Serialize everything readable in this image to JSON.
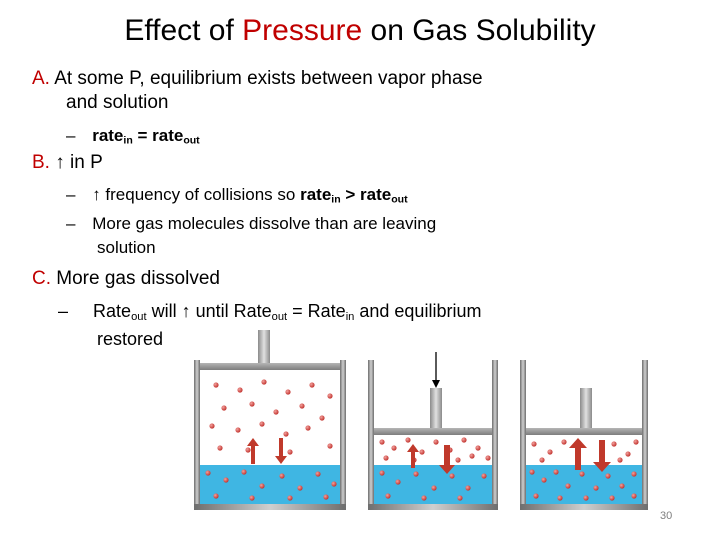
{
  "title": {
    "pre": "Effect of ",
    "highlight": "Pressure",
    "post": " on Gas Solubility"
  },
  "item_a": {
    "marker": "A.",
    "line1": "At some P, equilibrium exists between vapor phase",
    "line2": "and solution"
  },
  "item_a_sub": {
    "dash": "–",
    "rate_in_word": "rate",
    "rate_in_sub": "in",
    "equals": " = ",
    "rate_out_word": "rate",
    "rate_out_sub": "out"
  },
  "item_b": {
    "marker": "B.",
    "arrow": "↑",
    "text": " in P"
  },
  "item_b_sub1": {
    "dash": "–",
    "arrow": "↑",
    "text": " frequency of collisions so ",
    "rate_in_word": "rate",
    "rate_in_sub": "in",
    "gt": " > ",
    "rate_out_word": "rate",
    "rate_out_sub": "out"
  },
  "item_b_sub2": {
    "dash": "–",
    "line1": "More gas molecules dissolve than are leaving",
    "line2": "solution"
  },
  "item_c": {
    "marker": "C.",
    "text": "More gas dissolved"
  },
  "item_c_sub": {
    "dash": "–",
    "rate_out_word": "Rate",
    "rate_out_sub": "out",
    "will": " will ",
    "arrow": "↑",
    "until": " until Rate",
    "until_sub": "out",
    "eq": " = Rate",
    "eq_sub": "in",
    "tail": " and equilibrium",
    "line2": "restored"
  },
  "colors": {
    "accent_red": "#c00000",
    "liquid": "#3fb6e3",
    "molecule": "#d9423d",
    "flux_arrow": "#c0392b"
  },
  "slide_number": "30"
}
